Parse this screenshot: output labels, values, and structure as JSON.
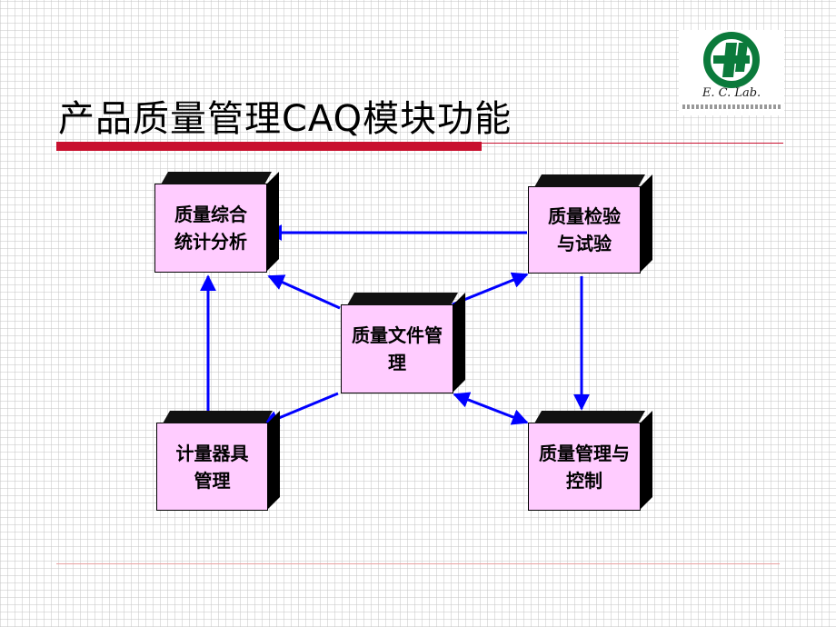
{
  "slide": {
    "title": "产品质量管理CAQ模块功能"
  },
  "logo": {
    "caption": "E. C. Lab."
  },
  "diagram": {
    "nodes": [
      {
        "id": "analysis",
        "line1": "质量综合",
        "line2": "统计分析"
      },
      {
        "id": "inspection",
        "line1": "质量检验",
        "line2": "与试验"
      },
      {
        "id": "documents",
        "line1": "质量文件管",
        "line2": "理"
      },
      {
        "id": "instruments",
        "line1": "计量器具",
        "line2": "管理"
      },
      {
        "id": "control",
        "line1": "质量管理与",
        "line2": "控制"
      }
    ],
    "edges": [
      {
        "from": "inspection",
        "to": "analysis"
      },
      {
        "from": "documents",
        "to": "analysis"
      },
      {
        "from": "documents",
        "to": "inspection"
      },
      {
        "from": "documents",
        "to": "instruments"
      },
      {
        "from": "documents",
        "to": "control",
        "bidirectional": true
      },
      {
        "from": "instruments",
        "to": "analysis"
      },
      {
        "from": "inspection",
        "to": "control"
      }
    ],
    "arrow_color": "#0000ff",
    "box_color": "#ffccff"
  },
  "colors": {
    "title_rule": "#c8102e",
    "logo_green": "#0b7a3b"
  }
}
